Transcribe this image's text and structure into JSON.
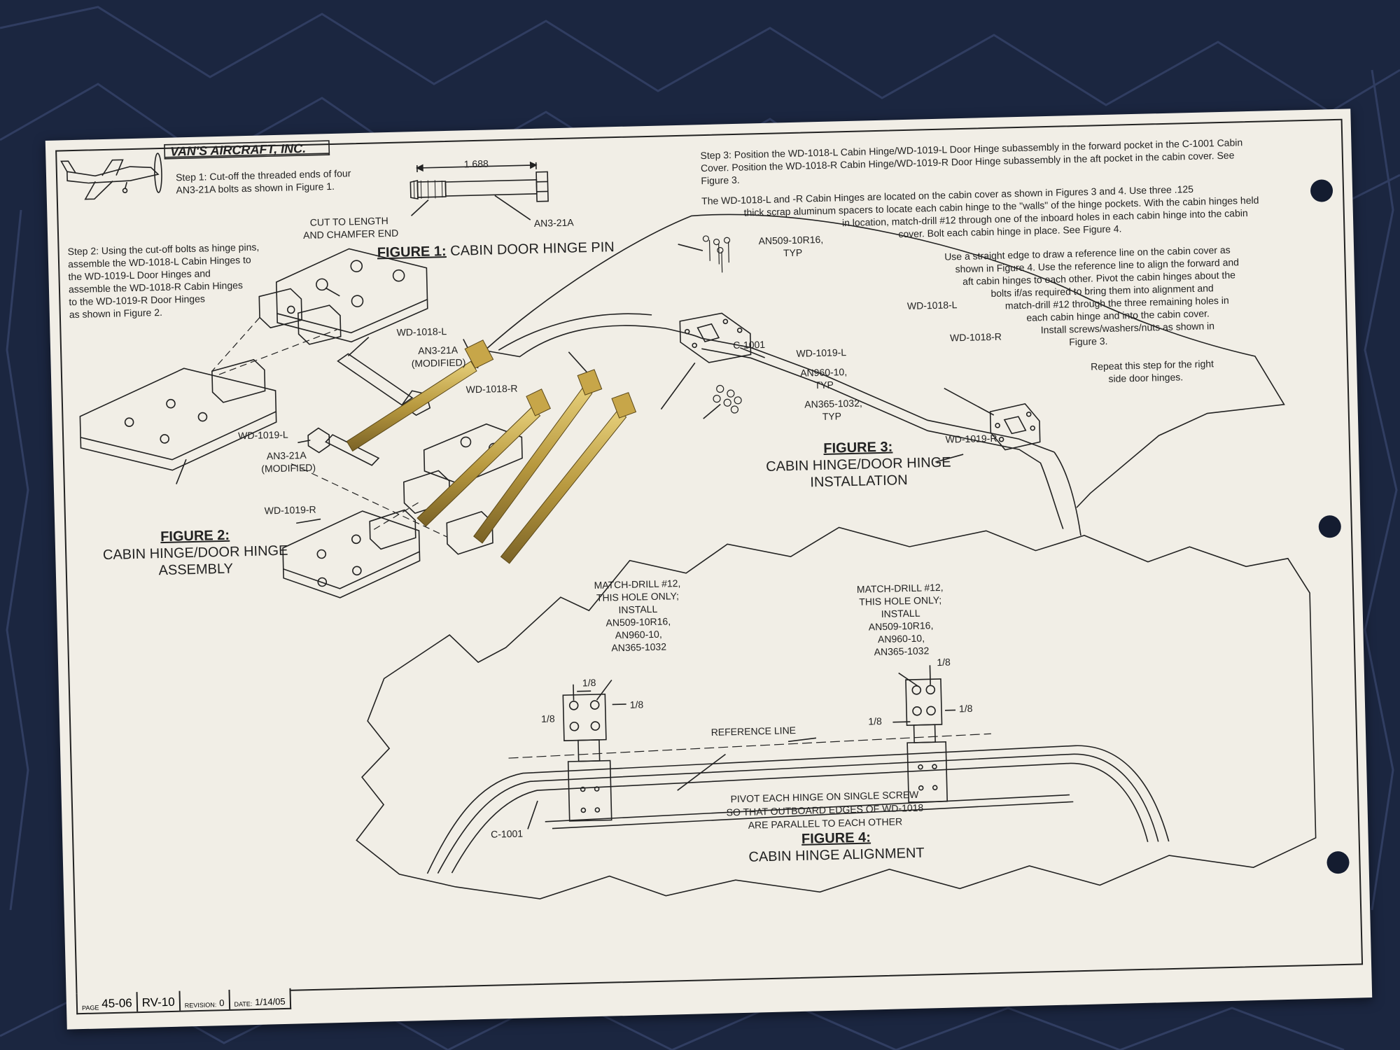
{
  "header": {
    "company": "VAN'S AIRCRAFT, INC."
  },
  "steps": {
    "step1": [
      "Step 1: Cut-off the threaded ends of four",
      "AN3-21A bolts as shown in Figure 1."
    ],
    "step2": [
      "Step 2: Using the cut-off bolts as hinge pins,",
      "assemble the WD-1018-L Cabin Hinges to",
      "the WD-1019-L Door Hinges and",
      "assemble the WD-1018-R Cabin Hinges",
      "to the WD-1019-R Door Hinges",
      "as shown in Figure 2."
    ],
    "step3": [
      "Step 3: Position the WD-1018-L Cabin Hinge/WD-1019-L Door Hinge subassembly in the forward pocket in the C-1001 Cabin",
      "Cover. Position the WD-1018-R Cabin Hinge/WD-1019-R Door Hinge subassembly in the aft pocket in the cabin cover. See",
      "Figure 3."
    ],
    "para_locate": [
      "The WD-1018-L and -R Cabin Hinges are located on the cabin cover as shown in Figures 3 and 4. Use three .125",
      "thick scrap aluminum spacers to locate each cabin hinge to the \"walls\" of the hinge pockets. With the cabin hinges held",
      "in location, match-drill #12 through one of the inboard holes in each cabin hinge into the cabin",
      "cover. Bolt each cabin hinge in place. See Figure 4."
    ],
    "para_straight": [
      "Use a straight edge to draw a reference line on the cabin cover as",
      "shown in Figure 4. Use the reference line to align the forward and",
      "aft cabin hinges to each other. Pivot the cabin hinges about the",
      "bolts if/as required to bring them into alignment and",
      "match-drill #12 through the three remaining holes in",
      "each cabin hinge and into the cabin cover.",
      "Install screws/washers/nuts as shown in",
      "Figure 3."
    ],
    "para_repeat": [
      "Repeat this step for the right",
      "side door hinges."
    ]
  },
  "figure1": {
    "title_num": "FIGURE 1:",
    "title_text": "CABIN DOOR HINGE PIN",
    "dimension": "1.688",
    "cut_label": [
      "CUT TO LENGTH",
      "AND CHAMFER END"
    ],
    "bolt_label": "AN3-21A"
  },
  "figure2": {
    "title_num": "FIGURE 2:",
    "title_text": [
      "CABIN HINGE/DOOR HINGE",
      "ASSEMBLY"
    ],
    "labels": {
      "wd1018l": "WD-1018-L",
      "an3a": [
        "AN3-21A",
        "(MODIFIED)"
      ],
      "wd1018r": "WD-1018-R",
      "wd1019l": "WD-1019-L",
      "an3b": [
        "AN3-21A",
        "(MODIFIED)"
      ],
      "wd1019r": "WD-1019-R"
    }
  },
  "figure3": {
    "title_num": "FIGURE 3:",
    "title_text": [
      "CABIN HINGE/DOOR HINGE",
      "INSTALLATION"
    ],
    "labels": {
      "an509": [
        "AN509-10R16,",
        "TYP"
      ],
      "wd1018l": "WD-1018-L",
      "c1001": "C-1001",
      "wd1019l": "WD-1019-L",
      "an960": [
        "AN960-10,",
        "TYP"
      ],
      "an365": [
        "AN365-1032,",
        "TYP"
      ],
      "wd1018r": "WD-1018-R",
      "wd1019r": "WD-1019-R"
    }
  },
  "figure4": {
    "title_num": "FIGURE 4:",
    "title_text": "CABIN HINGE ALIGNMENT",
    "match_left": [
      "MATCH-DRILL #12,",
      "THIS HOLE ONLY;",
      "INSTALL",
      "AN509-10R16,",
      "AN960-10,",
      "AN365-1032"
    ],
    "match_right": [
      "MATCH-DRILL #12,",
      "THIS HOLE ONLY;",
      "INSTALL",
      "AN509-10R16,",
      "AN960-10,",
      "AN365-1032"
    ],
    "spacing": "1/8",
    "reference_line": "REFERENCE LINE",
    "pivot": [
      "PIVOT EACH HINGE ON SINGLE SCREW",
      "SO THAT OUTBOARD EDGES OF WD-1018",
      "ARE PARALLEL TO EACH OTHER"
    ],
    "c1001": "C-1001"
  },
  "title_block": {
    "page_key": "PAGE",
    "page": "45-06",
    "model": "RV-10",
    "revision_key": "REVISION:",
    "revision": "0",
    "date_key": "DATE:",
    "date": "1/14/05"
  },
  "colors": {
    "blanket": "#1b2640",
    "paper": "#f1eee6",
    "ink": "#222222",
    "bolt": "#b8993f"
  }
}
